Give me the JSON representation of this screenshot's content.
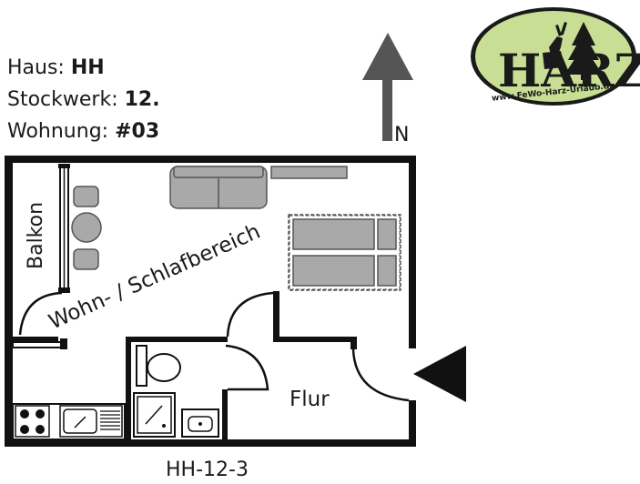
{
  "info": {
    "haus_label": "Haus: ",
    "haus_value": "HH",
    "stockwerk_label": "Stockwerk: ",
    "stockwerk_value": "12.",
    "wohnung_label": "Wohnung: ",
    "wohnung_value": "#03"
  },
  "compass": {
    "label": "N"
  },
  "logo": {
    "text": "HARZ",
    "url": "www.FeWo-Harz-Urlaub.de",
    "fill_color": "#c8de94",
    "border_color": "#1a1a1a"
  },
  "rooms": {
    "balkon": "Balkon",
    "wohn": "Wohn- / Schlafbereich",
    "flur": "Flur"
  },
  "plan_id": "HH-12-3",
  "colors": {
    "wall": "#111111",
    "furniture": "#a9a9a9",
    "furniture_stroke": "#555555"
  }
}
